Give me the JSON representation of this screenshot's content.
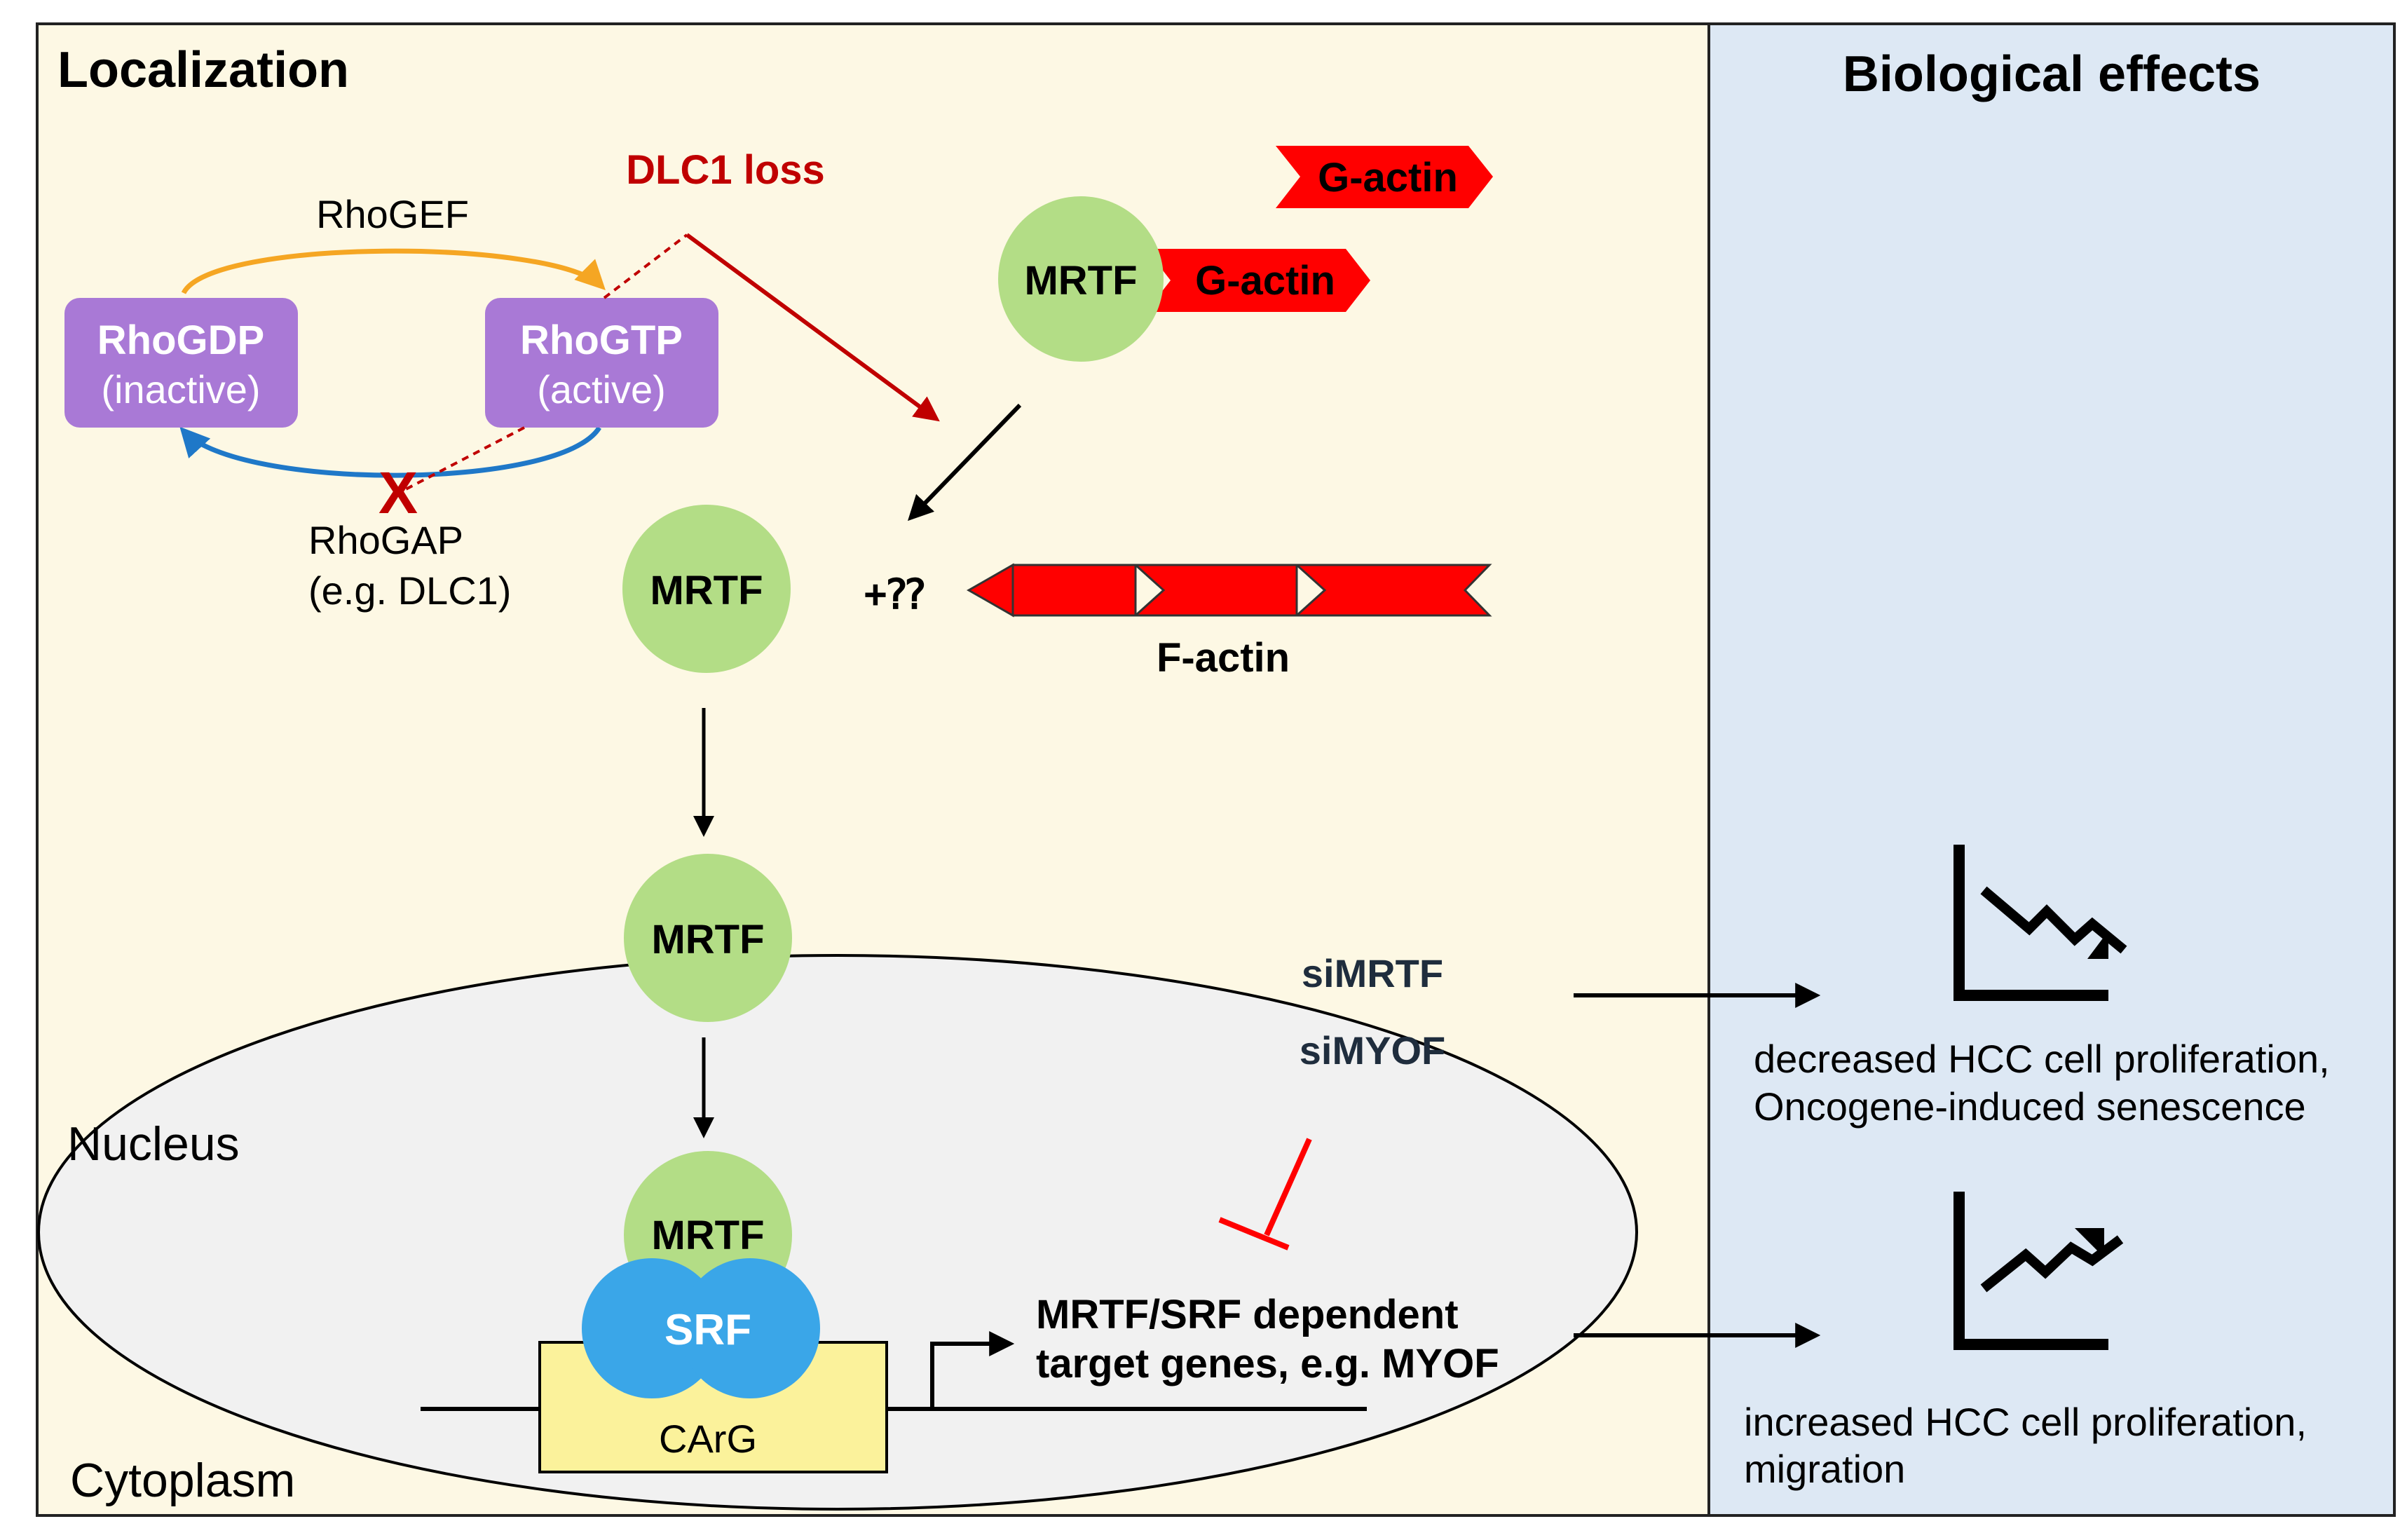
{
  "panels": {
    "left_title": "Localization",
    "right_title": "Biological effects"
  },
  "compartments": {
    "nucleus": "Nucleus",
    "cytoplasm": "Cytoplasm"
  },
  "rho_cycle": {
    "gef": "RhoGEF",
    "gdp_name": "RhoGDP",
    "gdp_state": "(inactive)",
    "gtp_name": "RhoGTP",
    "gtp_state": "(active)",
    "gap_name": "RhoGAP",
    "gap_example": "(e.g. DLC1)",
    "dlc1_loss": "DLC1 loss",
    "block_mark": "X"
  },
  "actin": {
    "g_actin_free": "G-actin",
    "g_actin_bound": "G-actin",
    "f_actin": "F-actin",
    "plus_sign": "+⁇"
  },
  "mrtf_labels": {
    "bound": "MRTF",
    "free": "MRTF",
    "nuclear": "MRTF",
    "promoter": "MRTF"
  },
  "promoter": {
    "srf": "SRF",
    "carg": "CArG",
    "target_line1": "MRTF/SRF dependent",
    "target_line2": "target genes, e.g. MYOF"
  },
  "sirna": {
    "mrtf": "siMRTF",
    "myof": "siMYOF"
  },
  "effects": {
    "decrease_line1": "decreased HCC cell proliferation,",
    "decrease_line2": "Oncogene-induced senescence",
    "increase_line1": "increased HCC cell proliferation,",
    "increase_line2": "migration",
    "trend_down_icon": "trend-down-chart-icon",
    "trend_up_icon": "trend-up-chart-icon"
  },
  "colors": {
    "left_bg": "#fdf8e4",
    "right_bg": "#dde8f4",
    "rho_box": "#a979d6",
    "mrtf_circle": "#b3dd86",
    "srf": "#3aa6e8",
    "carg": "#fbf29b",
    "actin_red": "#ff0000",
    "dark_red": "#c00000",
    "gef_orange": "#f5a623",
    "gap_blue": "#1f78c8",
    "nucleus_fill": "#f1f1f1"
  }
}
